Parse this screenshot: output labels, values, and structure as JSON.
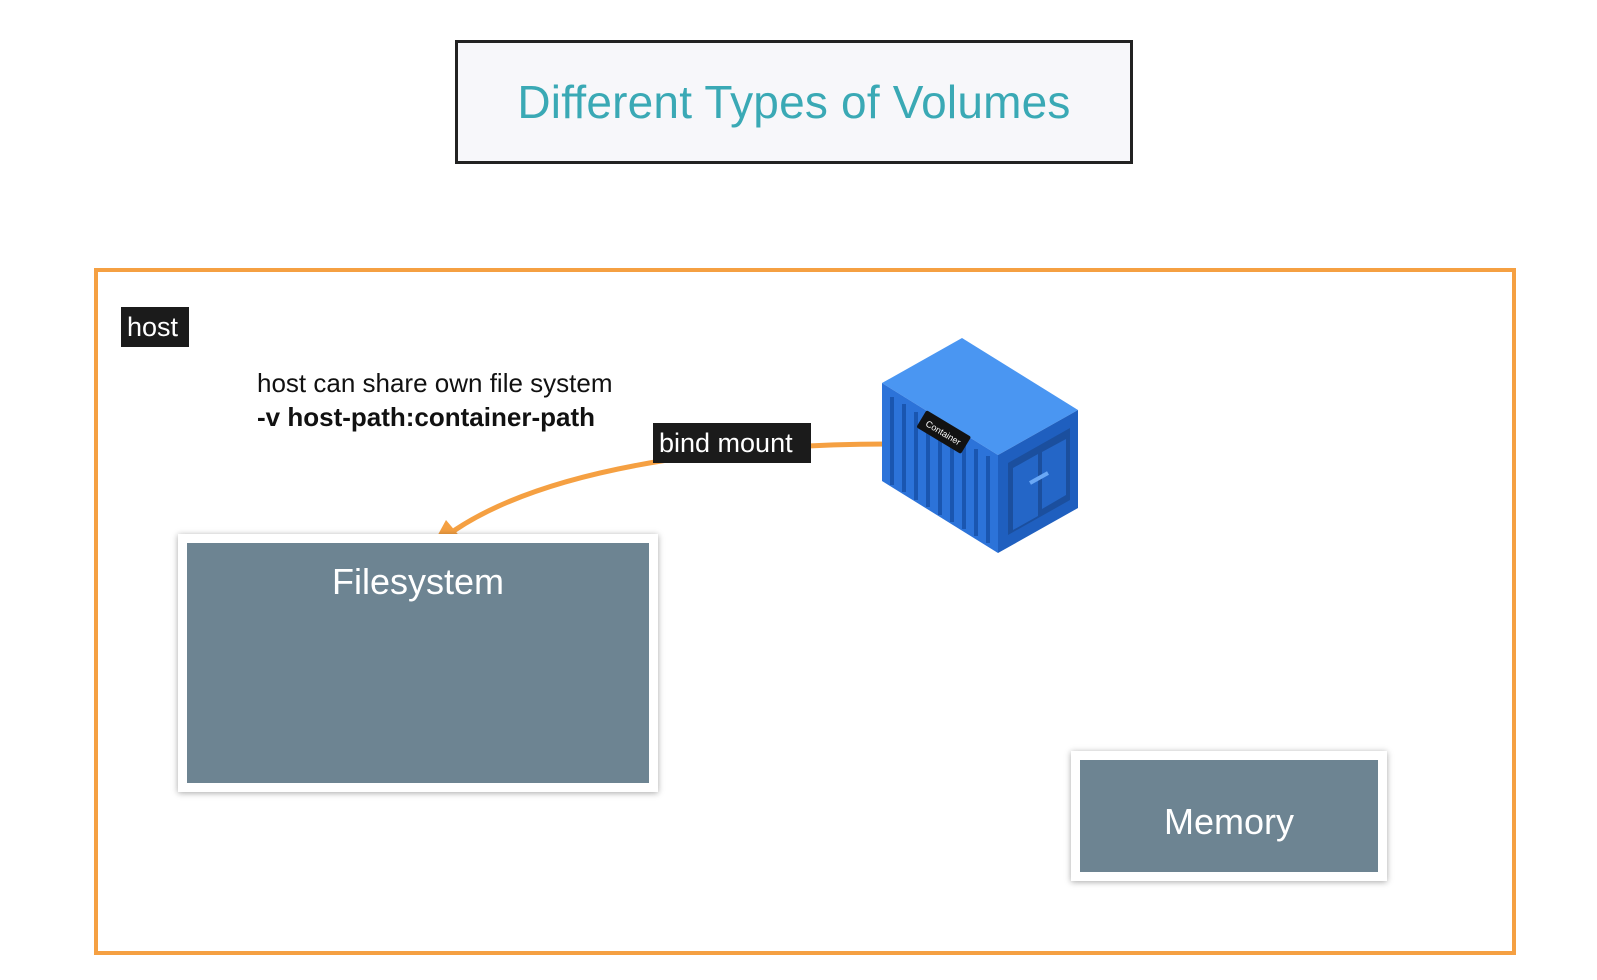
{
  "title": "Different Types of Volumes",
  "host_label": "host",
  "description": {
    "line1": "host can share own file system",
    "line2": "-v host-path:container-path"
  },
  "bind_label": "bind mount",
  "container_label": "Container",
  "filesystem_label": "Filesystem",
  "memory_label": "Memory",
  "colors": {
    "title": "#3aa9b5",
    "host_frame": "#f5a042",
    "arrow": "#f5a042",
    "box_fill": "#6d8492",
    "container_blue": "#2f7fe6",
    "tag_bg": "#1b1b1b"
  }
}
